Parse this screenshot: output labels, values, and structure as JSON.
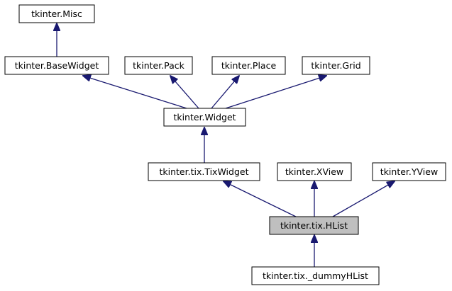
{
  "diagram": {
    "type": "class-inheritance-graph",
    "colors": {
      "edge": "#191970",
      "node_border": "#000000",
      "node_fill": "#ffffff",
      "highlight_fill": "#bfbfbf"
    },
    "nodes": [
      {
        "id": "misc",
        "label": "tkinter.Misc"
      },
      {
        "id": "basewidget",
        "label": "tkinter.BaseWidget"
      },
      {
        "id": "pack",
        "label": "tkinter.Pack"
      },
      {
        "id": "place",
        "label": "tkinter.Place"
      },
      {
        "id": "grid",
        "label": "tkinter.Grid"
      },
      {
        "id": "widget",
        "label": "tkinter.Widget"
      },
      {
        "id": "tixwidget",
        "label": "tkinter.tix.TixWidget"
      },
      {
        "id": "xview",
        "label": "tkinter.XView"
      },
      {
        "id": "yview",
        "label": "tkinter.YView"
      },
      {
        "id": "hlist",
        "label": "tkinter.tix.HList",
        "highlighted": true
      },
      {
        "id": "dummyhlist",
        "label": "tkinter.tix._dummyHList"
      }
    ],
    "edges": [
      {
        "from": "basewidget",
        "to": "misc"
      },
      {
        "from": "widget",
        "to": "basewidget"
      },
      {
        "from": "widget",
        "to": "pack"
      },
      {
        "from": "widget",
        "to": "place"
      },
      {
        "from": "widget",
        "to": "grid"
      },
      {
        "from": "tixwidget",
        "to": "widget"
      },
      {
        "from": "hlist",
        "to": "tixwidget"
      },
      {
        "from": "hlist",
        "to": "xview"
      },
      {
        "from": "hlist",
        "to": "yview"
      },
      {
        "from": "dummyhlist",
        "to": "hlist"
      }
    ]
  }
}
